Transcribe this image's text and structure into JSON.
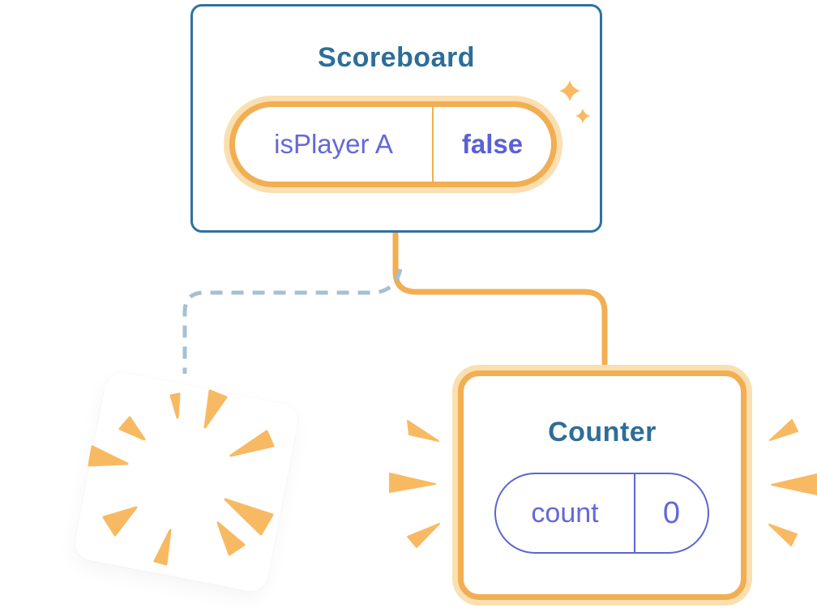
{
  "scoreboard_card": {
    "title": "Scoreboard",
    "state_pill": {
      "key": "isPlayer A",
      "value": "false"
    }
  },
  "counter_card": {
    "title": "Counter",
    "state_pill": {
      "key": "count",
      "value": "0"
    }
  },
  "connectors": {
    "solid_child_link": "scoreboard-to-counter",
    "dashed_child_link": "scoreboard-to-destroyed-card"
  },
  "icons": {
    "sparkles": "sparkles-icon",
    "explosion_burst": "explosion-burst-icon",
    "emphasis_left": "emphasis-lines-left-icon",
    "emphasis_right": "emphasis-lines-right-icon"
  },
  "colors": {
    "accent_orange": "#F2AE52",
    "orange_glow": "#FADFB0",
    "burst_orange": "#F7BA62",
    "state_purple": "#6468D9",
    "state_value_purple": "#5A60D4",
    "component_title_teal": "#2D6E97",
    "card_border_blue": "#2E72A1",
    "dashed_connector_blue": "#A6C0D3",
    "card_background": "#FFFFFF"
  }
}
